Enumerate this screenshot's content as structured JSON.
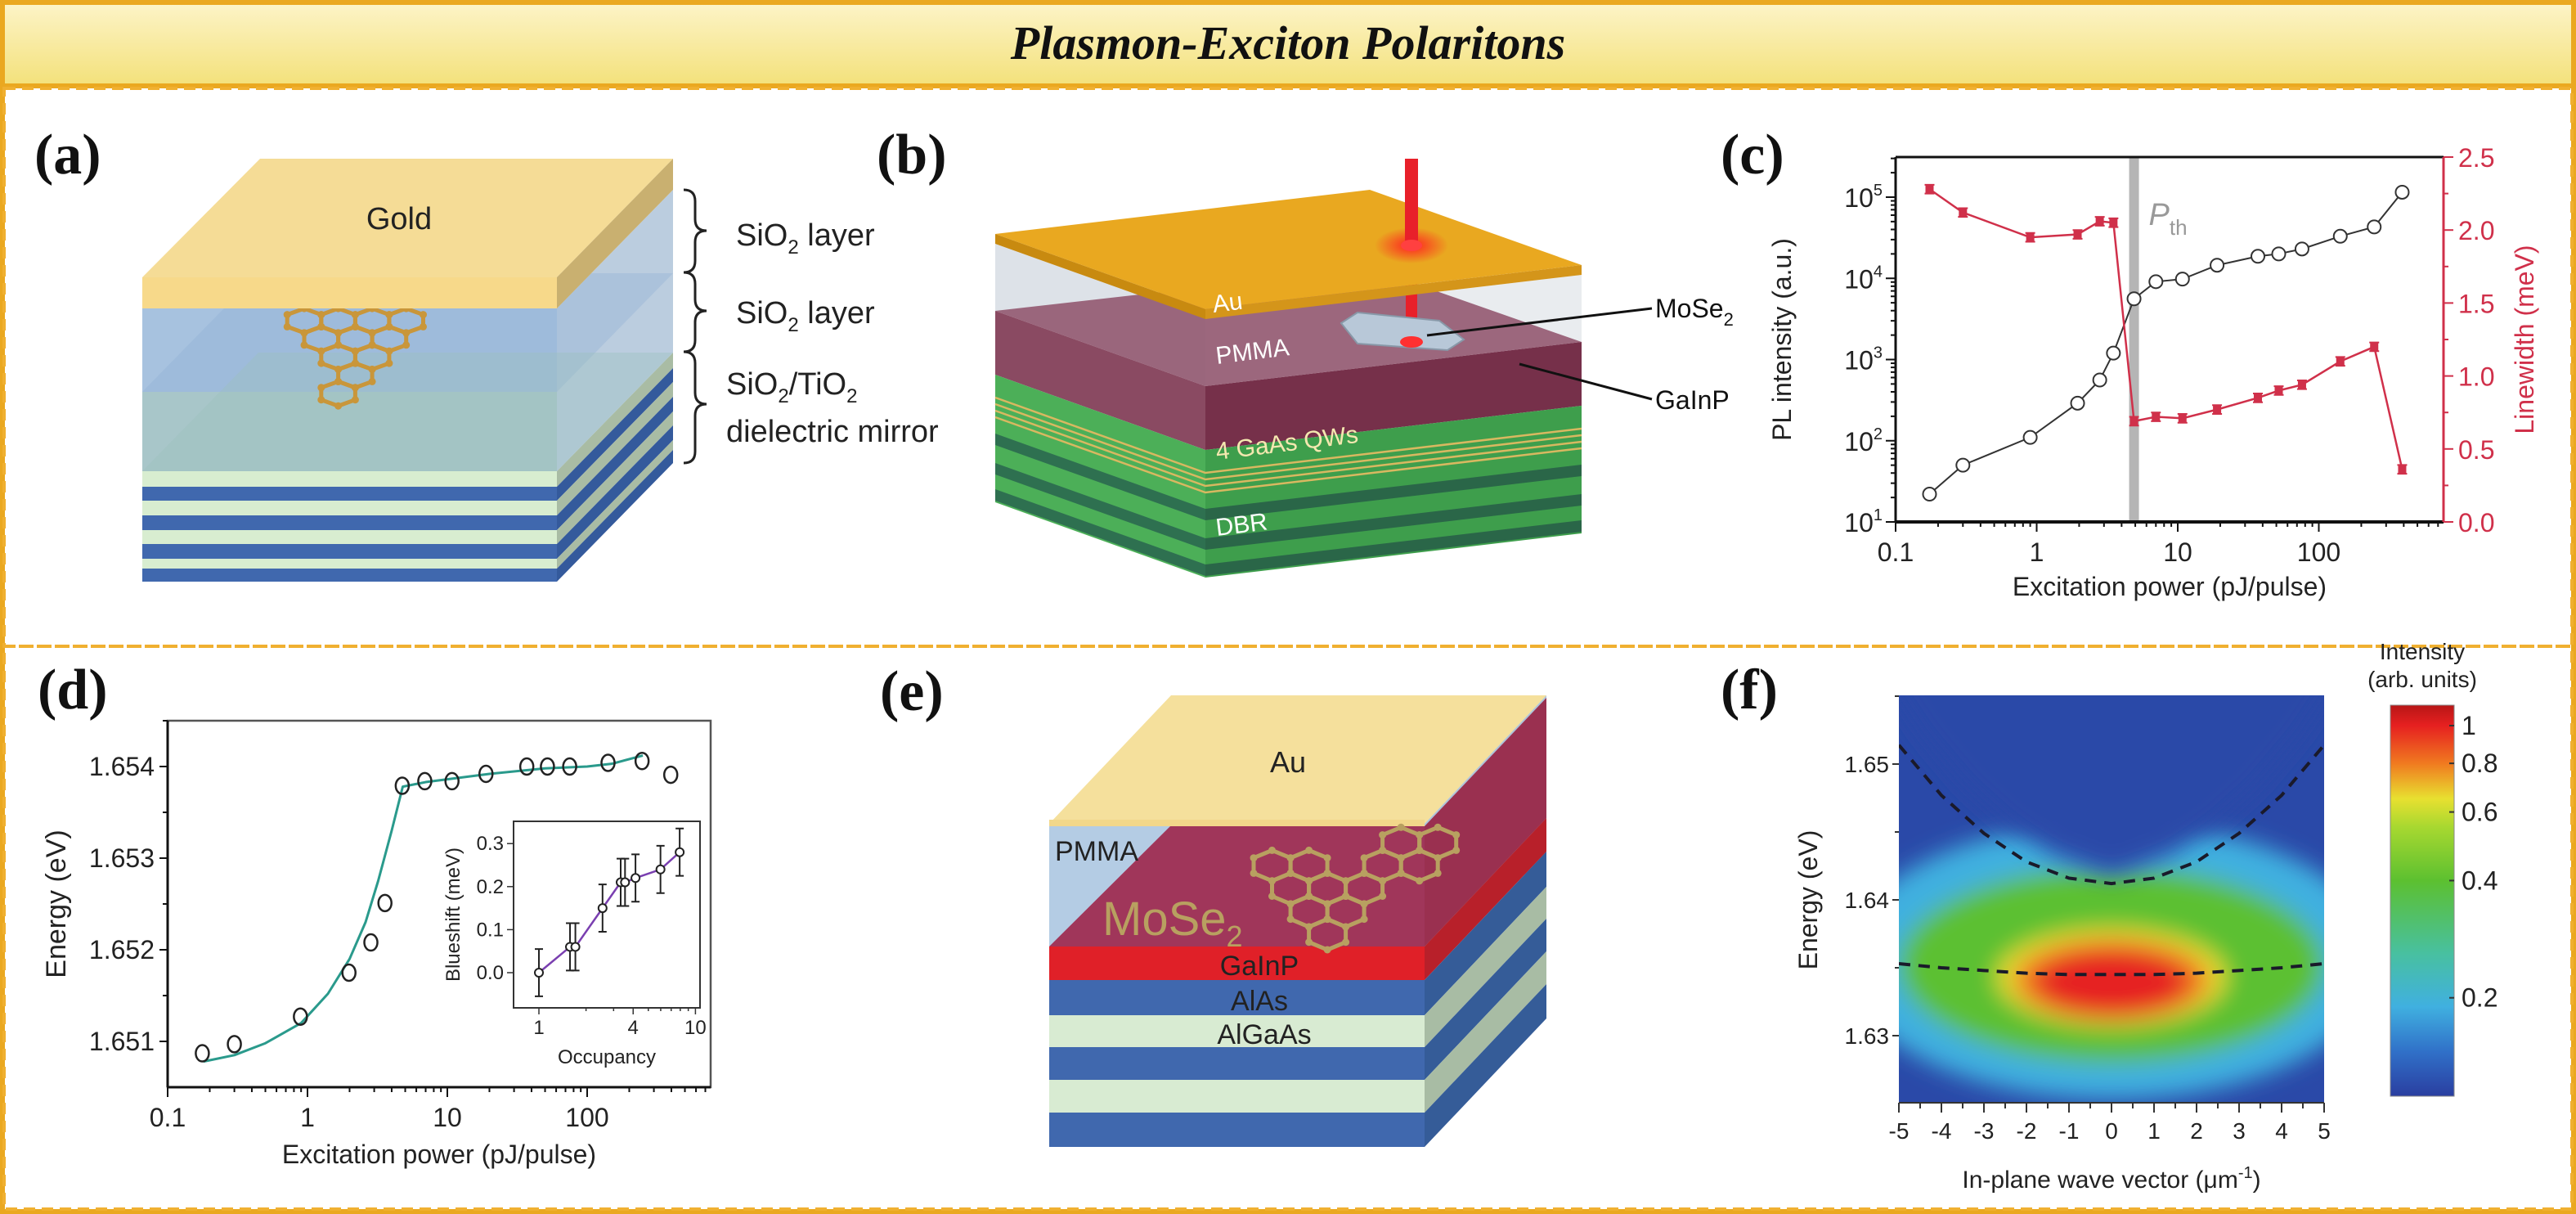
{
  "title": "Plasmon-Exciton Polaritons",
  "colors": {
    "frame": "#EAA820",
    "dash": "#F0B030",
    "header_top": "#FDF4C8",
    "header_bottom": "#F3E17A",
    "linewidth_red": "#D0304A",
    "fit_teal": "#2A9A8C",
    "inset_purple": "#7A3FB0"
  },
  "panel_a": {
    "label": "(a)",
    "gold": "Gold",
    "layer1": {
      "main": "SiO",
      "sub": "2",
      "rest": " layer"
    },
    "layer2": {
      "main": "SiO",
      "sub": "2",
      "rest": " layer"
    },
    "mirror_line1": {
      "a": "SiO",
      "a_sub": "2",
      "b": "/TiO",
      "b_sub": "2"
    },
    "mirror_line2": "dielectric mirror"
  },
  "panel_b": {
    "label": "(b)",
    "au": "Au",
    "pmma": "PMMA",
    "qws": "4 GaAs QWs",
    "dbr": "DBR",
    "mose2": {
      "main": "MoSe",
      "sub": "2"
    },
    "gainp": "GaInP"
  },
  "panel_e": {
    "label": "(e)",
    "au": "Au",
    "pmma": "PMMA",
    "mose2": {
      "main": "MoSe",
      "sub": "2"
    },
    "gainp": "GaInP",
    "alas": "AlAs",
    "algaas": "AlGaAs"
  },
  "panel_c": {
    "label": "(c)"
  },
  "panel_d": {
    "label": "(d)"
  },
  "panel_f": {
    "label": "(f)"
  },
  "chart_data": [
    {
      "id": "c",
      "type": "line",
      "title": "",
      "xlabel": "Excitation power (pJ/pulse)",
      "ylabel": "PL intensity (a.u.)",
      "y2label": "Linewidth (meV)",
      "xscale": "log",
      "yscale": "log",
      "xlim": [
        0.1,
        780
      ],
      "ylim": [
        10,
        310000
      ],
      "y2lim": [
        0,
        2.5
      ],
      "xticks": [
        0.1,
        1,
        10,
        100
      ],
      "xtick_labels": [
        "0.1",
        "1",
        "10",
        "100"
      ],
      "yticks": [
        10,
        100,
        1000,
        10000,
        100000
      ],
      "ytick_labels": [
        {
          "base": "10",
          "exp": "1"
        },
        {
          "base": "10",
          "exp": "2"
        },
        {
          "base": "10",
          "exp": "3"
        },
        {
          "base": "10",
          "exp": "4"
        },
        {
          "base": "10",
          "exp": "5"
        }
      ],
      "y2ticks": [
        0,
        0.5,
        1.0,
        1.5,
        2.0,
        2.5
      ],
      "y2tick_labels": [
        "0.0",
        "0.5",
        "1.0",
        "1.5",
        "2.0",
        "2.5"
      ],
      "threshold": {
        "x": 4.9,
        "label": "P",
        "sub": "th"
      },
      "series": [
        {
          "name": "PL intensity",
          "axis": "left",
          "marker": "open-circle",
          "x": [
            0.174,
            0.3,
            0.9,
            1.95,
            2.8,
            3.5,
            4.9,
            7.0,
            10.8,
            19,
            37,
            52,
            76,
            142,
            247,
            390
          ],
          "y": [
            22,
            50,
            110,
            290,
            560,
            1200,
            5600,
            9100,
            9800,
            14500,
            18700,
            20000,
            23000,
            33000,
            43000,
            115000
          ]
        },
        {
          "name": "Linewidth",
          "axis": "right",
          "marker": "square",
          "error": 0.03,
          "x": [
            0.174,
            0.3,
            0.9,
            1.95,
            2.8,
            3.5,
            4.9,
            7.0,
            10.8,
            19,
            37,
            52,
            76,
            142,
            247,
            390
          ],
          "y": [
            2.28,
            2.12,
            1.95,
            1.97,
            2.06,
            2.05,
            0.69,
            0.72,
            0.71,
            0.77,
            0.85,
            0.9,
            0.94,
            1.1,
            1.2,
            0.36
          ]
        }
      ]
    },
    {
      "id": "d",
      "type": "scatter",
      "title": "",
      "xlabel": "Excitation power (pJ/pulse)",
      "ylabel": "Energy (eV)",
      "xscale": "log",
      "xlim": [
        0.1,
        785
      ],
      "ylim": [
        1.6505,
        1.6545
      ],
      "xticks": [
        0.1,
        1,
        10,
        100
      ],
      "xtick_labels": [
        "0.1",
        "1",
        "10",
        "100"
      ],
      "yticks": [
        1.651,
        1.652,
        1.653,
        1.654
      ],
      "ytick_labels": [
        "1.651",
        "1.652",
        "1.653",
        "1.654"
      ],
      "series": [
        {
          "name": "Measured energy",
          "marker": "open-circle",
          "x": [
            0.177,
            0.3,
            0.89,
            1.98,
            2.84,
            3.58,
            4.76,
            6.9,
            10.8,
            18.9,
            37,
            52,
            75,
            141,
            247,
            396
          ],
          "y": [
            1.65087,
            1.65097,
            1.65127,
            1.65175,
            1.65208,
            1.65251,
            1.65379,
            1.65384,
            1.65384,
            1.65392,
            1.654,
            1.654,
            1.654,
            1.65404,
            1.65406,
            1.65391
          ]
        },
        {
          "name": "Model",
          "marker": "line",
          "x": [
            0.18,
            0.3,
            0.5,
            0.9,
            1.4,
            2,
            2.6,
            3.2,
            4.0,
            4.8,
            7,
            20,
            50,
            100,
            150,
            250
          ],
          "y": [
            1.65078,
            1.65085,
            1.65098,
            1.6512,
            1.65152,
            1.6519,
            1.6523,
            1.65275,
            1.6533,
            1.65378,
            1.65383,
            1.65392,
            1.65398,
            1.654,
            1.65403,
            1.65412
          ]
        }
      ],
      "inset": {
        "type": "line",
        "xlabel": "Occupancy",
        "ylabel": "Blueshift (meV)",
        "xscale": "log",
        "xlim": [
          0.69,
          10.7
        ],
        "ylim": [
          -0.081,
          0.351
        ],
        "xticks": [
          1,
          4,
          10
        ],
        "xtick_labels": [
          "1",
          "4",
          "10"
        ],
        "yticks": [
          0.0,
          0.1,
          0.2,
          0.3
        ],
        "ytick_labels": [
          "0.0",
          "0.1",
          "0.2",
          "0.3"
        ],
        "x": [
          1,
          1.58,
          1.71,
          2.55,
          3.33,
          3.55,
          4.14,
          5.98,
          7.93
        ],
        "y": [
          0.0,
          0.06,
          0.06,
          0.15,
          0.21,
          0.21,
          0.22,
          0.24,
          0.28
        ],
        "error": [
          0.055,
          0.055,
          0.055,
          0.055,
          0.055,
          0.055,
          0.055,
          0.055,
          0.055
        ]
      }
    },
    {
      "id": "f",
      "type": "heatmap",
      "title": "",
      "xlabel": {
        "main": "In-plane wave vector (μm",
        "sup": "-1",
        "end": ")"
      },
      "ylabel": "Energy (eV)",
      "xlim": [
        -5,
        5
      ],
      "ylim": [
        1.6251,
        1.655
      ],
      "xticks": [
        -5,
        -4,
        -3,
        -2,
        -1,
        0,
        1,
        2,
        3,
        4,
        5
      ],
      "xtick_labels": [
        "-5",
        "-4",
        "-3",
        "-2",
        "-1",
        "0",
        "1",
        "2",
        "3",
        "4",
        "5"
      ],
      "yticks": [
        1.63,
        1.64,
        1.65
      ],
      "ytick_labels": [
        "1.63",
        "1.64",
        "1.65"
      ],
      "peak": {
        "k": 0,
        "E": 1.634,
        "intensity": 1.0
      },
      "intensity_regions": [
        {
          "level": 0.18,
          "k_center": 0,
          "E_center": 1.6355,
          "k_half": 6.3,
          "E_half": 0.0102
        },
        {
          "level": 0.4,
          "k_center": 0,
          "E_center": 1.6352,
          "k_half": 5.0,
          "E_half": 0.0072
        },
        {
          "level": 0.6,
          "k_center": 0,
          "E_center": 1.6343,
          "k_half": 2.7,
          "E_half": 0.0036
        },
        {
          "level": 0.8,
          "k_center": 0,
          "E_center": 1.6341,
          "k_half": 2.3,
          "E_half": 0.003
        },
        {
          "level": 1.0,
          "k_center": 0,
          "E_center": 1.6339,
          "k_half": 1.8,
          "E_half": 0.0024
        }
      ],
      "dispersion_curves": [
        {
          "name": "upper polariton",
          "k": [
            -5,
            -4,
            -3,
            -2,
            -1,
            0,
            1,
            2,
            3,
            4,
            5
          ],
          "E": [
            1.6514,
            1.6477,
            1.6449,
            1.6428,
            1.6416,
            1.6412,
            1.6416,
            1.6428,
            1.6449,
            1.6477,
            1.6514
          ]
        },
        {
          "name": "lower polariton",
          "k": [
            -5,
            -4,
            -3,
            -2,
            -1,
            0,
            1,
            2,
            3,
            4,
            5
          ],
          "E": [
            1.6353,
            1.635,
            1.6348,
            1.6346,
            1.6345,
            1.6345,
            1.6345,
            1.6346,
            1.6348,
            1.635,
            1.6353
          ]
        }
      ],
      "colorbar": {
        "title": "Intensity",
        "units": "(arb. units)",
        "scale": "log",
        "range": [
          0.11,
          1.13
        ],
        "ticks": [
          1,
          0.8,
          0.6,
          0.4,
          0.2
        ],
        "tick_labels": [
          "1",
          "0.8",
          "0.6",
          "0.4",
          "0.2"
        ],
        "colormap": [
          [
            1.13,
            "#B81616"
          ],
          [
            1.0,
            "#E62020"
          ],
          [
            0.8,
            "#F07A20"
          ],
          [
            0.65,
            "#E8E030"
          ],
          [
            0.55,
            "#A8D830"
          ],
          [
            0.4,
            "#5CC030"
          ],
          [
            0.26,
            "#48C0A0"
          ],
          [
            0.19,
            "#40B0E0"
          ],
          [
            0.145,
            "#3070C8"
          ],
          [
            0.11,
            "#2A3EA0"
          ]
        ]
      }
    }
  ]
}
